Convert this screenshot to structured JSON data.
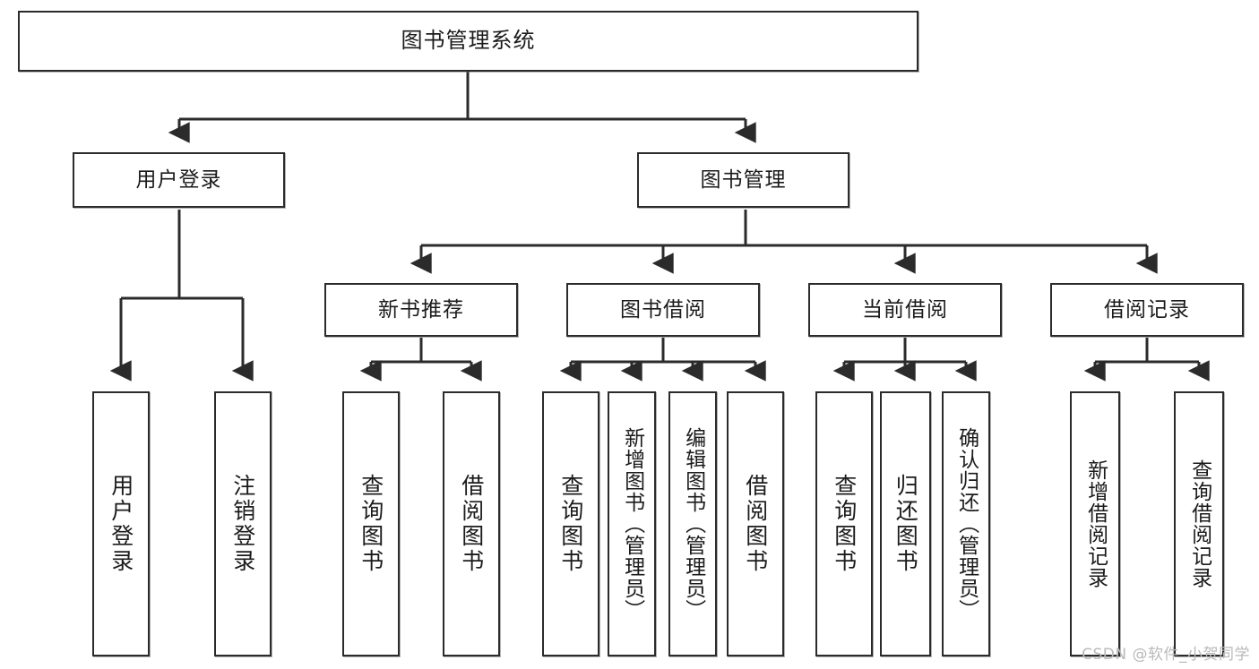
{
  "diagram": {
    "title_node": {
      "label": "图书管理系统"
    },
    "level2": [
      {
        "id": "user-login",
        "label": "用户登录"
      },
      {
        "id": "book-manage",
        "label": "图书管理"
      }
    ],
    "level3": [
      {
        "id": "new-book-recommend",
        "label": "新书推荐"
      },
      {
        "id": "book-borrow",
        "label": "图书借阅"
      },
      {
        "id": "current-borrow",
        "label": "当前借阅"
      },
      {
        "id": "borrow-record",
        "label": "借阅记录"
      }
    ],
    "leaves": [
      {
        "id": "leaf-user-login",
        "label": "用户登录"
      },
      {
        "id": "leaf-user-logout",
        "label": "注销登录"
      },
      {
        "id": "leaf-query-book-1",
        "label": "查询图书"
      },
      {
        "id": "leaf-borrow-book-1",
        "label": "借阅图书"
      },
      {
        "id": "leaf-query-book-2",
        "label": "查询图书"
      },
      {
        "id": "leaf-add-book-admin",
        "label": "新增图书（管理员）"
      },
      {
        "id": "leaf-edit-book-admin",
        "label": "编辑图书（管理员）"
      },
      {
        "id": "leaf-borrow-book-2",
        "label": "借阅图书"
      },
      {
        "id": "leaf-query-book-3",
        "label": "查询图书"
      },
      {
        "id": "leaf-return-book",
        "label": "归还图书"
      },
      {
        "id": "leaf-confirm-return-admin",
        "label": "确认归还（管理员）"
      },
      {
        "id": "leaf-add-borrow-record",
        "label": "新增借阅记录"
      },
      {
        "id": "leaf-query-borrow-record",
        "label": "查询借阅记录"
      }
    ],
    "watermark": "CSDN @软件_小贺同学",
    "colors": {
      "stroke": "#2b2b2b",
      "fill": "#ffffff",
      "text": "#1b1b1b",
      "watermark": "#b9b9b9"
    }
  }
}
